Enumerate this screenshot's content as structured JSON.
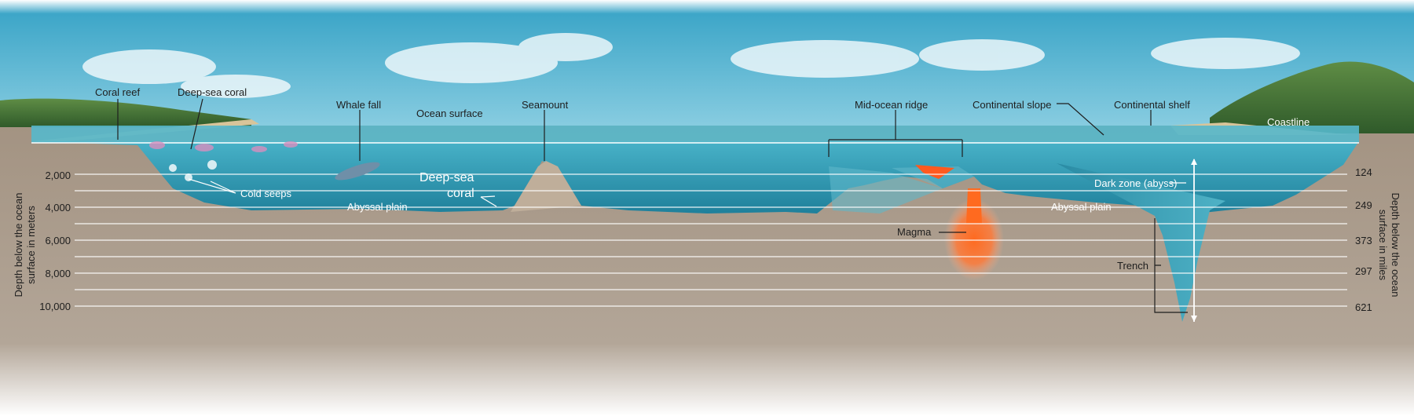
{
  "labels": {
    "coral_reef": "Coral reef",
    "deep_sea_coral_top": "Deep-sea coral",
    "whale_fall": "Whale fall",
    "ocean_surface": "Ocean surface",
    "seamount": "Seamount",
    "mid_ocean_ridge": "Mid-ocean ridge",
    "continental_slope": "Continental slope",
    "continental_shelf": "Continental shelf",
    "coastline": "Coastline",
    "cold_seeps": "Cold seeps",
    "abyssal_plain_left": "Abyssal plain",
    "deep_sea_coral_mid_1": "Deep-sea",
    "deep_sea_coral_mid_2": "coral",
    "dark_zone": "Dark zone (abyss)",
    "abyssal_plain_right": "Abyssal plain",
    "magma": "Magma",
    "trench": "Trench"
  },
  "axes": {
    "left_title_1": "Depth below the ocean",
    "left_title_2": "surface in meters",
    "right_title_1": "Depth below the ocean",
    "right_title_2": "surface in miles",
    "left_ticks": [
      "2,000",
      "4,000",
      "6,000",
      "8,000",
      "10,000"
    ],
    "right_ticks": [
      "124",
      "249",
      "373",
      "297",
      "621"
    ]
  },
  "colors": {
    "sky": "#5fb8d4",
    "water": "#2f93ad",
    "water_deep": "#1f7f99",
    "sediment": "#a8998a",
    "land": "#4e7a3a",
    "magma": "#ff5a1f"
  }
}
